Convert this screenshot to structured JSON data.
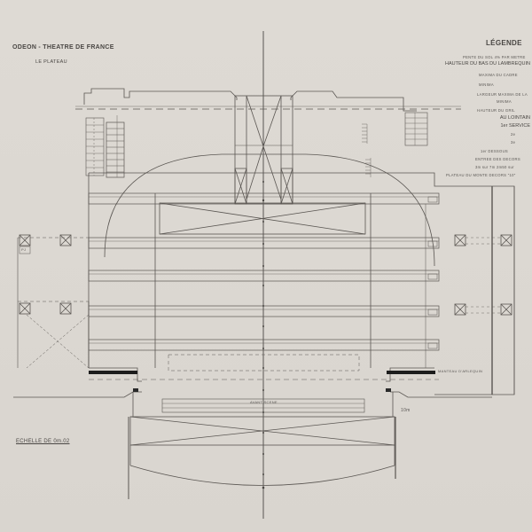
{
  "header": {
    "title": "ODEON - THEATRE DE FRANCE",
    "subtitle": "LE PLATEAU"
  },
  "scale_note": "ECHELLE DE 0m.02",
  "legend": {
    "title": "LÉGENDE",
    "items": [
      "PENTE DU SOL 4% PAR METRE",
      "HAUTEUR DU BAS DU LAMBREQUIN",
      "MAXIMA DU CADRE",
      "MINIMA",
      "LARGEUR MAXIMA DE LA",
      "MINIMA",
      "HAUTEUR DU GRIL",
      "AU LOINTAIN",
      "1er SERVICE",
      "2e",
      "3e",
      "1er DESSOUS",
      "ENTREE DES DECORS",
      "3m sur 7m 2m50 sur",
      "PLATEAU DU MONTE DECORS \"10\""
    ]
  },
  "annotations": {
    "avant_scene_label": "AVANT SCENE",
    "manteau_label": "MANTEAU D'ARLEQUIN",
    "dimension_label": "10m",
    "pj_label": "PJ"
  },
  "colors": {
    "paper": "#dcd8d2",
    "ink": "#4a4744",
    "ink_light": "#7a7672",
    "solid_fill": "#1a1a1a"
  }
}
